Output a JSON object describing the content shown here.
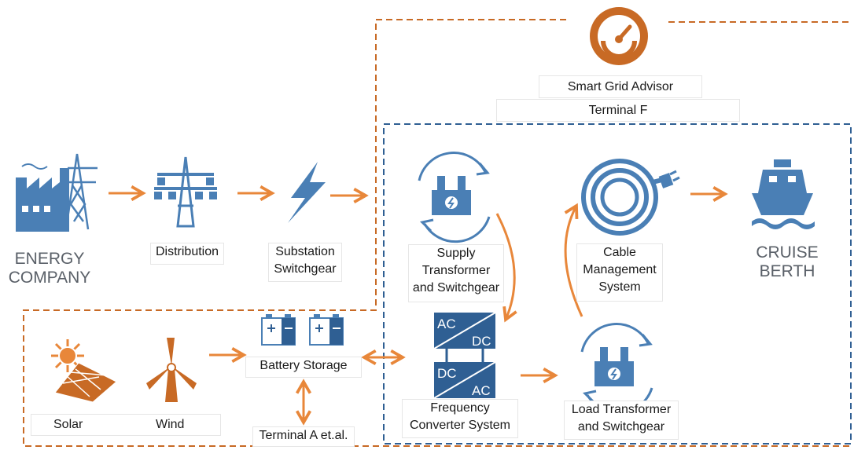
{
  "nodes": {
    "energy_company": [
      "ENERGY",
      "COMPANY"
    ],
    "distribution": "Distribution",
    "substation": [
      "Substation",
      "Switchgear"
    ],
    "smart_grid_advisor": "Smart Grid Advisor",
    "terminal_f": "Terminal F",
    "supply_transformer": [
      "Supply",
      "Transformer",
      "and Switchgear"
    ],
    "cable_management": [
      "Cable",
      "Management",
      "System"
    ],
    "cruise_berth": [
      "CRUISE",
      "BERTH"
    ],
    "battery_storage": "Battery Storage",
    "terminal_a": "Terminal A et.al.",
    "solar": "Solar",
    "wind": "Wind",
    "frequency_converter": [
      "Frequency",
      "Converter System"
    ],
    "load_transformer": [
      "Load Transformer",
      "and Switchgear"
    ],
    "converter_top": [
      "AC",
      "DC"
    ],
    "converter_bottom": [
      "DC",
      "AC"
    ]
  },
  "colors": {
    "blue": "#4a7fb5",
    "dark_blue": "#2f5f93",
    "orange": "#e8873a",
    "dark_orange": "#c86a25",
    "grey_text": "#5a6068"
  },
  "icons": [
    "factory-tower-icon",
    "distribution-pylon-icon",
    "lightning-icon",
    "smart-gauge-icon",
    "transformer-cycle-icon",
    "cable-reel-icon",
    "ship-icon",
    "battery-icon",
    "solar-panel-icon",
    "wind-turbine-icon",
    "ac-dc-converter-icon"
  ]
}
